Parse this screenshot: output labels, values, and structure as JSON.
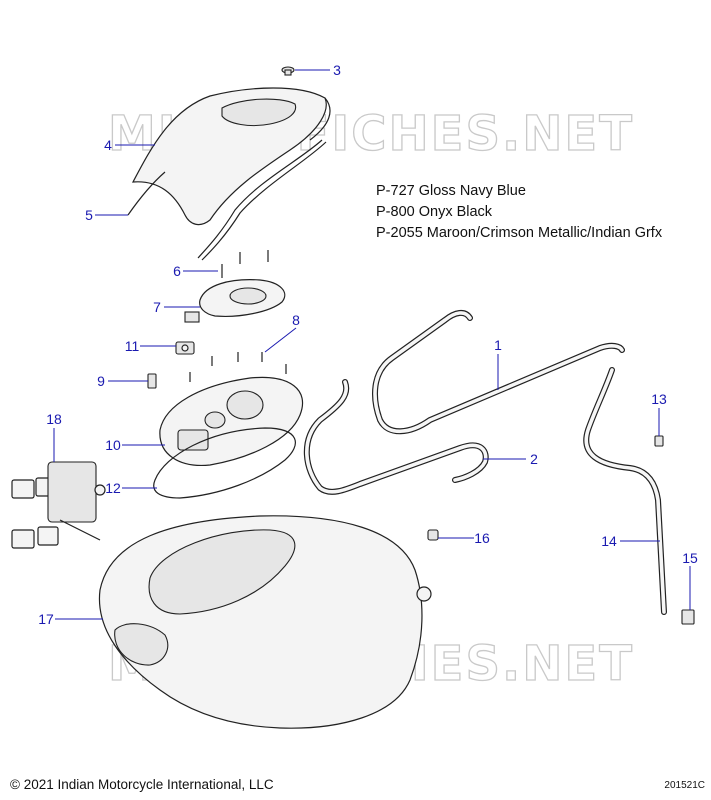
{
  "watermark": "MICROFICHES.NET",
  "paint_codes": [
    "P-727 Gloss Navy Blue",
    "P-800 Onyx Black",
    "P-2055 Maroon/Crimson Metallic/Indian Grfx"
  ],
  "callouts": [
    "1",
    "2",
    "3",
    "4",
    "5",
    "6",
    "7",
    "8",
    "9",
    "10",
    "11",
    "12",
    "13",
    "14",
    "15",
    "16",
    "17",
    "18"
  ],
  "copyright": "© 2021 Indian Motorcycle International, LLC",
  "figure_id": "201521C",
  "colors": {
    "callout": "#1a1ab0",
    "watermark": "#c9c9c9",
    "linework": "#222222"
  }
}
